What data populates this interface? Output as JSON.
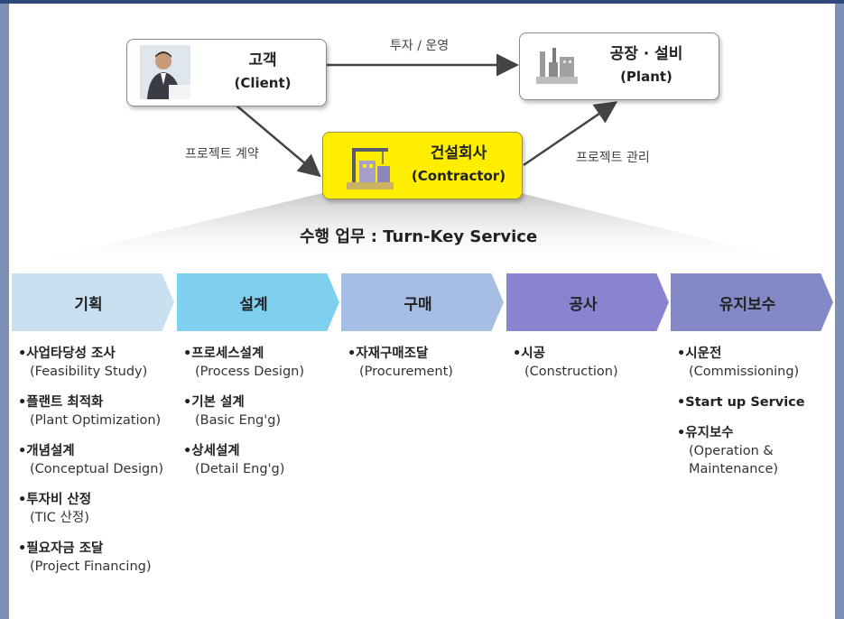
{
  "nodes": {
    "client": {
      "title": "고객",
      "subtitle": "(Client)",
      "icon": "person-photo-icon"
    },
    "plant": {
      "title": "공장 · 설비",
      "subtitle": "(Plant)",
      "icon": "factory-icon"
    },
    "contractor": {
      "title": "건설회사",
      "subtitle": "(Contractor)",
      "icon": "construction-site-icon"
    }
  },
  "edges": {
    "client_to_plant": "투자 / 운영",
    "client_to_contractor": "프로젝트 계약",
    "contractor_to_plant": "프로젝트 관리"
  },
  "service_title": "수행 업무 : Turn-Key Service",
  "colors": {
    "contractor_fill": "#ffee00",
    "stage_1": "#c9e0f1",
    "stage_2": "#7fd0ef",
    "stage_3": "#a6bee4",
    "stage_4": "#8a83cf",
    "stage_5": "#8588c6"
  },
  "stages": [
    {
      "label": "기획",
      "tasks": [
        {
          "ko": "사업타당성 조사",
          "en": "(Feasibility Study)"
        },
        {
          "ko": "플랜트 최적화",
          "en": "(Plant Optimization)"
        },
        {
          "ko": "개념설계",
          "en": "(Conceptual Design)"
        },
        {
          "ko": "투자비 산정",
          "en": "(TIC 산정)"
        },
        {
          "ko": "필요자금 조달",
          "en": "(Project Financing)"
        }
      ]
    },
    {
      "label": "설계",
      "tasks": [
        {
          "ko": "프로세스설계",
          "en": "(Process Design)"
        },
        {
          "ko": "기본 설계",
          "en": "(Basic Eng'g)"
        },
        {
          "ko": "상세설계",
          "en": "(Detail Eng'g)"
        }
      ]
    },
    {
      "label": "구매",
      "tasks": [
        {
          "ko": "자재구매조달",
          "en": "(Procurement)"
        }
      ]
    },
    {
      "label": "공사",
      "tasks": [
        {
          "ko": "시공",
          "en": "(Construction)"
        }
      ]
    },
    {
      "label": "유지보수",
      "tasks": [
        {
          "ko": "시운전",
          "en": "(Commissioning)"
        },
        {
          "ko": "Start up Service",
          "en": ""
        },
        {
          "ko": "유지보수",
          "en": "(Operation & Maintenance)"
        }
      ]
    }
  ]
}
